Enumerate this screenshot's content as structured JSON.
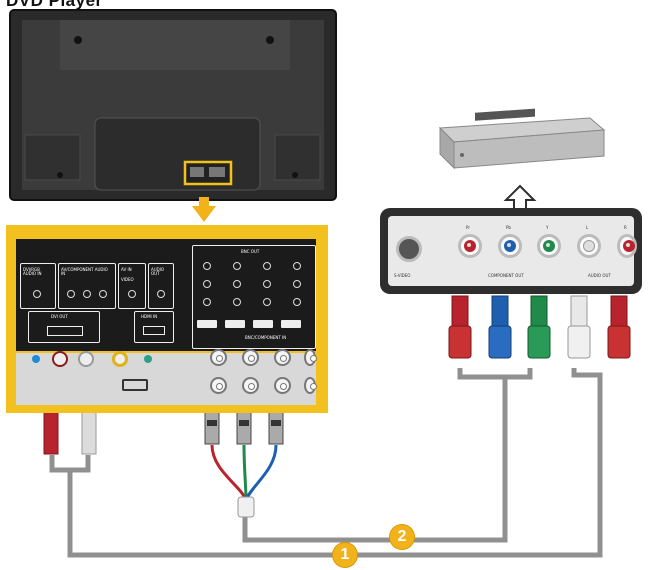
{
  "title": "DVD Player",
  "panel_labels": {
    "dvi_rgb_audio_in": "DVI/RGB AUDIO IN",
    "av_component_audio_in": "AV/COMPONENT AUDIO IN",
    "dvi_out": "DVI OUT",
    "av_in": "AV IN",
    "video": "VIDEO",
    "audio_out": "AUDIO OUT",
    "hdmi_in": "HDMI IN",
    "bnc_out": "BNC OUT",
    "bnc_component_in": "BNC/COMPONENT IN"
  },
  "dvd_labels": {
    "s_video": "S-VIDEO",
    "component_out": "COMPONENT OUT",
    "audio_out": "AUDIO OUT",
    "pr": "Pr",
    "pb": "Pb",
    "y": "Y",
    "l": "L",
    "r": "R"
  },
  "badges": [
    "1",
    "2"
  ],
  "colors": {
    "highlight": "#f2c01f",
    "cable": "#909090",
    "arrow": "#f2b21a",
    "red": "#b8242d",
    "blue": "#1f5fb0",
    "green": "#1f8a4a",
    "white": "#e8e8e8"
  }
}
